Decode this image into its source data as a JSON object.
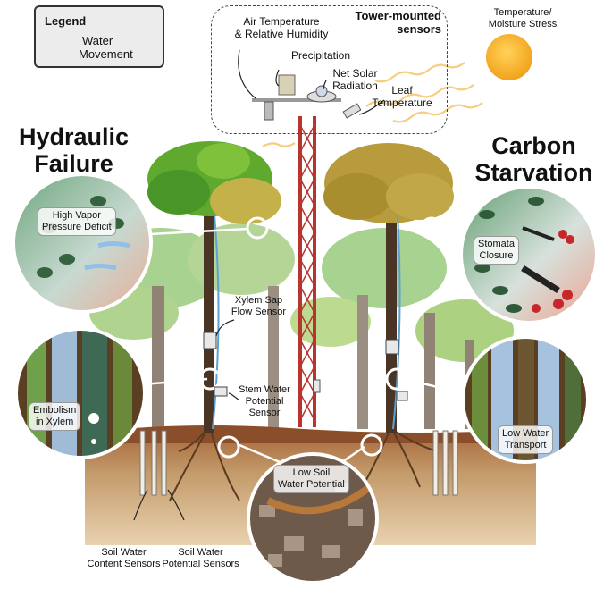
{
  "legend": {
    "title": "Legend",
    "item_line1": "Water",
    "item_line2": "Movement",
    "arrow_color": "#7bb6e6"
  },
  "tower_box": {
    "title_line1": "Tower-mounted",
    "title_line2": "sensors",
    "sensors": {
      "air_temp_line1": "Air Temperature",
      "air_temp_line2": "& Relative Humidity",
      "precipitation": "Precipitation",
      "solar_line1": "Net Solar",
      "solar_line2": "Radiation",
      "leaf_line1": "Leaf",
      "leaf_line2": "Temperature"
    }
  },
  "stress": {
    "line1": "Temperature/",
    "line2": "Moisture Stress",
    "sun_color": "#f6b51e"
  },
  "hydraulic": {
    "line1": "Hydraulic",
    "line2": "Failure",
    "callout_leaf_line1": "High Vapor",
    "callout_leaf_line2": "Pressure Deficit",
    "callout_xylem_line1": "Embolism",
    "callout_xylem_line2": "in Xylem"
  },
  "carbon": {
    "line1": "Carbon",
    "line2": "Starvation",
    "callout_leaf_line1": "Stomata",
    "callout_leaf_line2": "Closure",
    "callout_xylem_line1": "Low Water",
    "callout_xylem_line2": "Transport"
  },
  "tree_sensors": {
    "sap_line1": "Xylem Sap",
    "sap_line2": "Flow Sensor",
    "stem_line1": "Stem Water",
    "stem_line2": "Potential",
    "stem_line3": "Sensor"
  },
  "soil": {
    "callout_line1": "Low Soil",
    "callout_line2": "Water Potential",
    "content_line1": "Soil Water",
    "content_line2": "Content Sensors",
    "potential_line1": "Soil Water",
    "potential_line2": "Potential Sensors"
  },
  "colors": {
    "soil": "#c39a6a",
    "healthy_canopy": "#5faa2e",
    "stressed_canopy": "#b79b3c",
    "tower": "#b8352f",
    "stress_waves": "#f7c873"
  }
}
